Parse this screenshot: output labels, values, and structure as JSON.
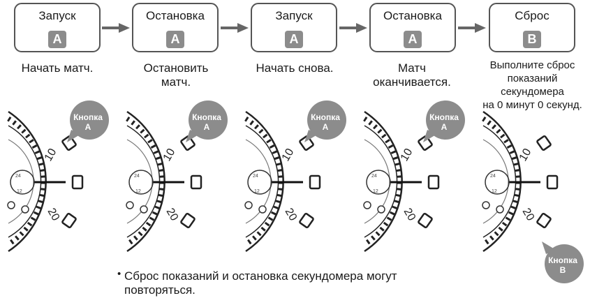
{
  "steps": [
    {
      "title": "Запуск",
      "key": "A",
      "caption": "Начать матч."
    },
    {
      "title": "Остановка",
      "key": "A",
      "caption": "Остановить\nматч."
    },
    {
      "title": "Запуск",
      "key": "A",
      "caption": "Начать снова."
    },
    {
      "title": "Остановка",
      "key": "A",
      "caption": "Матч\nоканчивается."
    },
    {
      "title": "Сброс",
      "key": "B",
      "caption": "Выполните сброс\nпоказаний секундомера\nна 0 минут 0 секунд."
    }
  ],
  "callouts": [
    {
      "label": "Кнопка\nA"
    },
    {
      "label": "Кнопка\nA"
    },
    {
      "label": "Кнопка\nA"
    },
    {
      "label": "Кнопка\nA"
    },
    {
      "label": "Кнопка\nB"
    }
  ],
  "watch_labels": {
    "ten": "10",
    "twenty": "20",
    "dial_a": "24",
    "dial_b": "12"
  },
  "note": {
    "bullet": "•",
    "text_line1": "Сброс показаний и остановка секундомера могут",
    "text_line2": "повторяться."
  },
  "colors": {
    "box_border": "#555555",
    "key_fill": "#8c8c8c",
    "callout_fill": "#8c8c8c",
    "arrow": "#666666"
  }
}
